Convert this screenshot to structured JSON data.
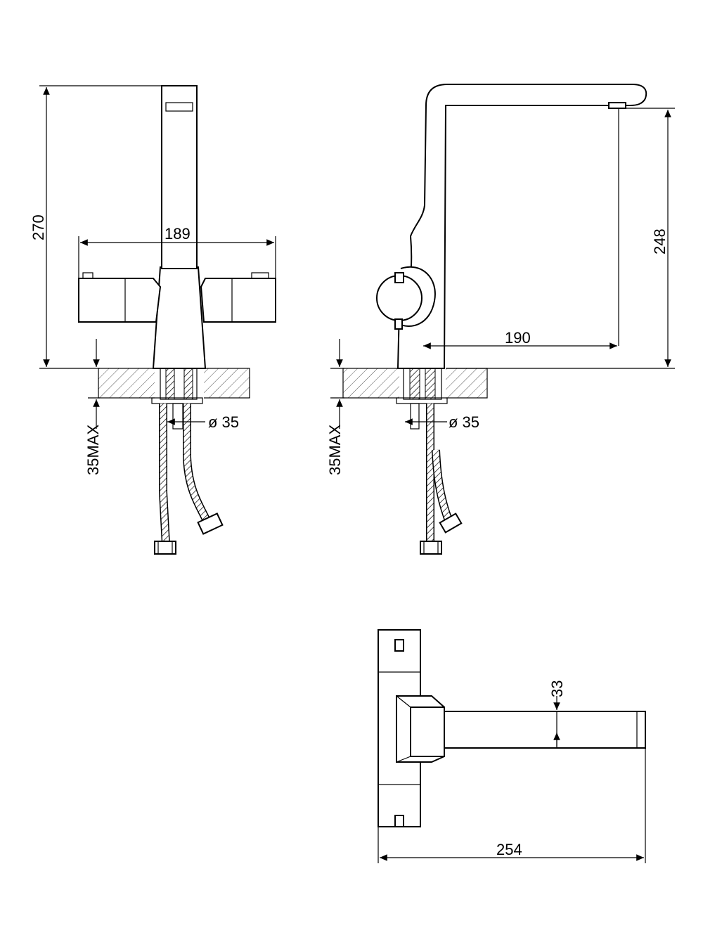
{
  "front_view": {
    "height_label": "270",
    "width_label": "189",
    "thickness_label": "35MAX",
    "hole_label": "ø 35"
  },
  "side_view": {
    "height_label": "248",
    "reach_label": "190",
    "thickness_label": "35MAX",
    "hole_label": "ø 35"
  },
  "top_view": {
    "length_label": "254",
    "spout_width_label": "33"
  }
}
